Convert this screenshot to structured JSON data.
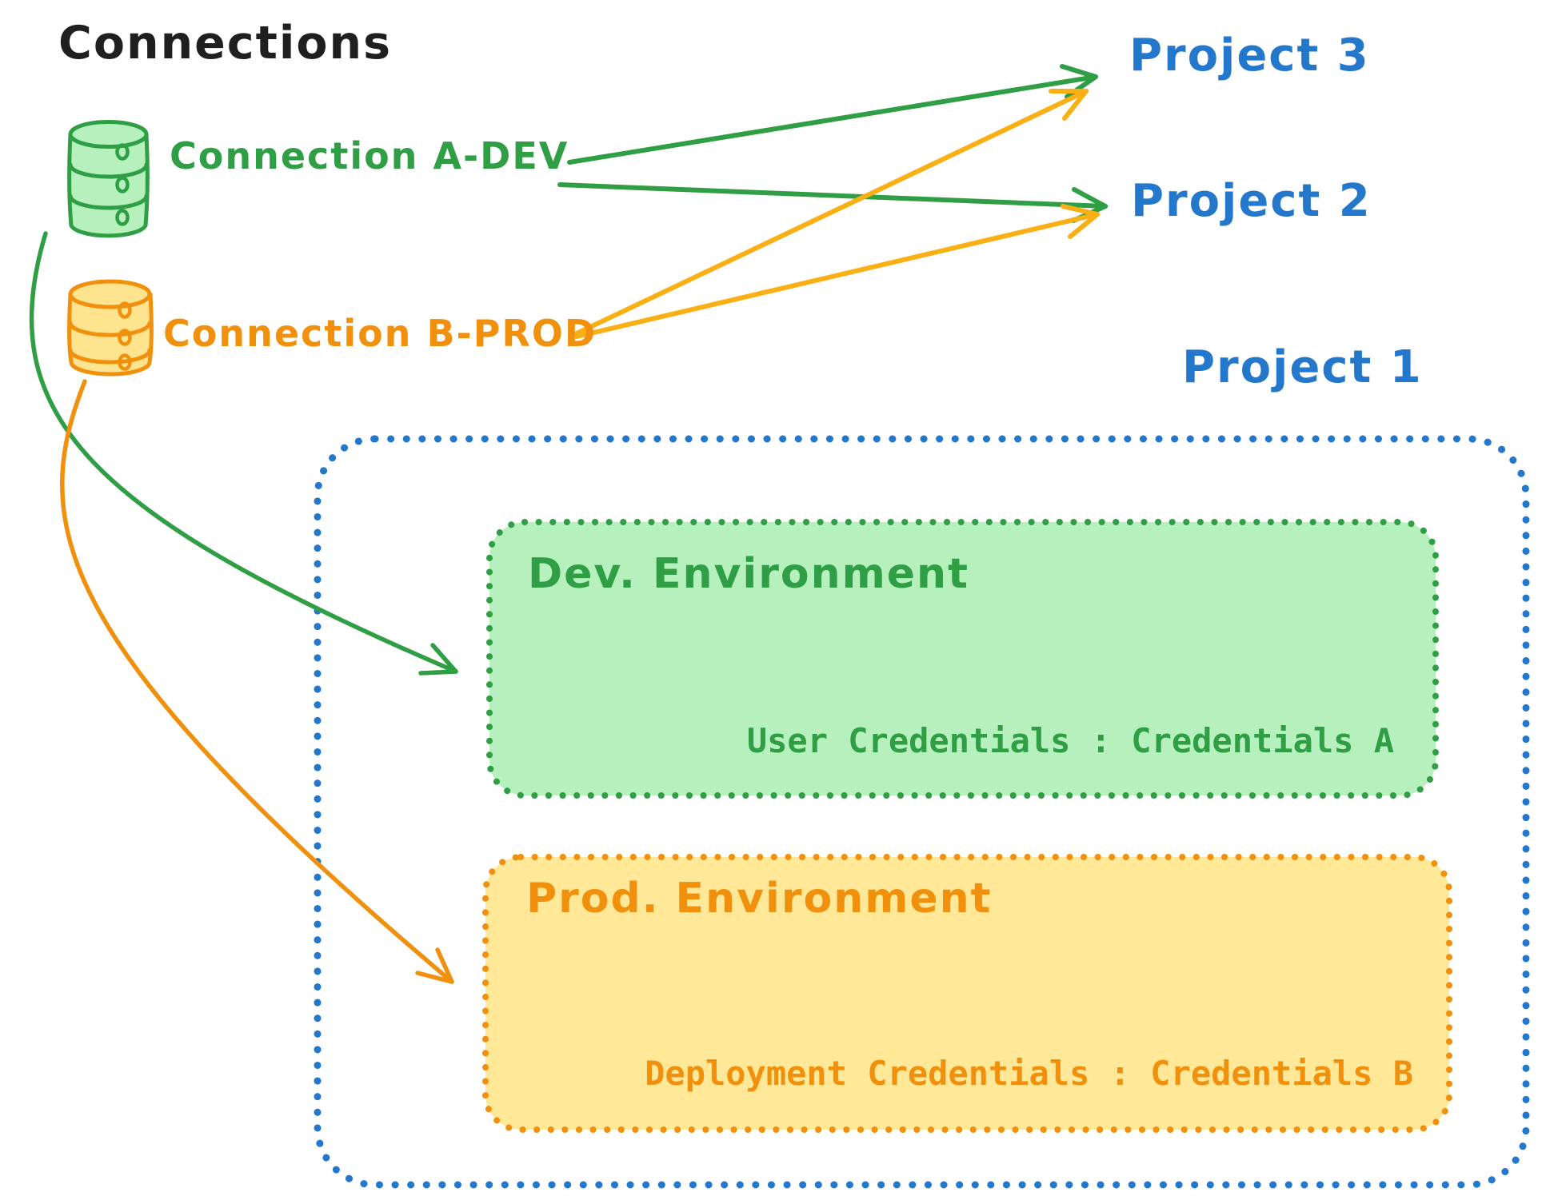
{
  "diagram": {
    "title": "Connections",
    "connections": [
      {
        "label": "Connection A-DEV",
        "type": "database-icon",
        "color": "#2f9e44",
        "fill": "#b6f0bd"
      },
      {
        "label": "Connection B-PROD",
        "type": "database-icon",
        "color": "#f0900d",
        "fill": "#ffe48f"
      }
    ],
    "projects": [
      "Project 3",
      "Project 2",
      "Project 1"
    ],
    "project1": {
      "environments": [
        {
          "title": "Dev. Environment",
          "credentials_label": "User Credentials : Credentials A",
          "border_color": "#2f9e44",
          "fill": "#b6f0bd"
        },
        {
          "title": "Prod. Environment",
          "credentials_label": "Deployment Credentials : Credentials B",
          "border_color": "#f0900d",
          "fill": "#ffe999"
        }
      ]
    },
    "edges": [
      {
        "from": "Connection A-DEV",
        "to": "Project 3",
        "color": "#2f9e44"
      },
      {
        "from": "Connection A-DEV",
        "to": "Project 2",
        "color": "#2f9e44"
      },
      {
        "from": "Connection B-PROD",
        "to": "Project 3",
        "color": "#fab015"
      },
      {
        "from": "Connection B-PROD",
        "to": "Project 2",
        "color": "#fab015"
      },
      {
        "from": "Connection A-DEV",
        "to": "Project 1 / Dev. Environment",
        "color": "#2f9e44"
      },
      {
        "from": "Connection B-PROD",
        "to": "Project 1 / Prod. Environment",
        "color": "#f0900d"
      }
    ],
    "colors": {
      "project_blue": "#2478cc",
      "title_black": "#1f1f1f",
      "green": "#2f9e44",
      "orange": "#f0900d",
      "amber": "#fab015"
    }
  }
}
